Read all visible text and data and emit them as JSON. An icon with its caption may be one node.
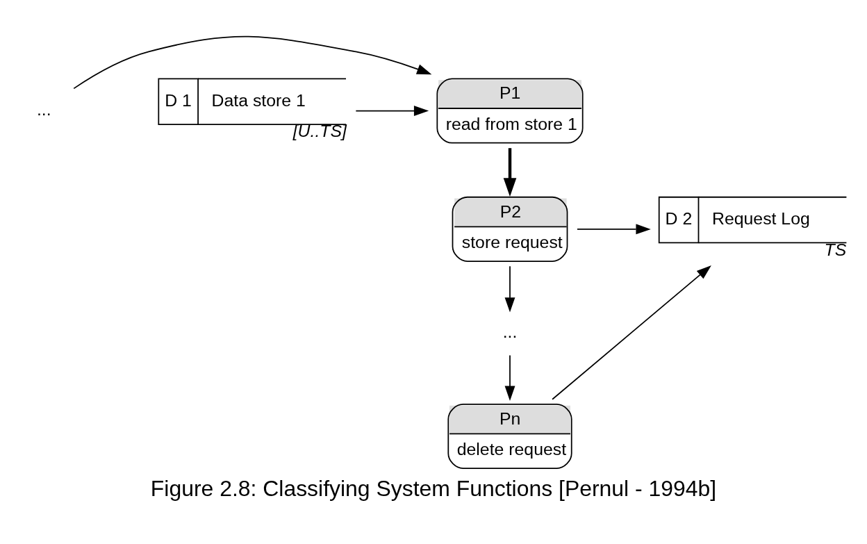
{
  "diagram": {
    "caption": "Figure 2.8: Classifying System Functions [Pernul - 1994b]",
    "nodes": [
      {
        "text": [
          "..."
        ]
      },
      {
        "text": [
          "P1",
          "read from store 1"
        ]
      },
      {
        "text": [
          "D 1",
          "Data store 1"
        ],
        "beside": [
          "[U..TS]"
        ]
      },
      {
        "text": [
          "P2",
          "store request"
        ]
      },
      {
        "text": [
          "D 2",
          "Request Log"
        ],
        "beside": [
          "TS"
        ]
      },
      {
        "text": [
          "..."
        ]
      },
      {
        "text": [
          "Pn",
          "delete request"
        ]
      }
    ],
    "edges": [
      {
        "from": 0,
        "to": 1,
        "arrow": "to"
      },
      {
        "from": 2,
        "to": 1,
        "arrow": "to"
      },
      {
        "from": 1,
        "to": 3,
        "arrow": "to",
        "style": "thick"
      },
      {
        "from": 3,
        "to": 4,
        "arrow": "to"
      },
      {
        "from": 3,
        "to": 5,
        "arrow": "to"
      },
      {
        "from": 5,
        "to": 6,
        "arrow": "to"
      },
      {
        "from": 6,
        "to": 4,
        "arrow": "to"
      }
    ]
  }
}
